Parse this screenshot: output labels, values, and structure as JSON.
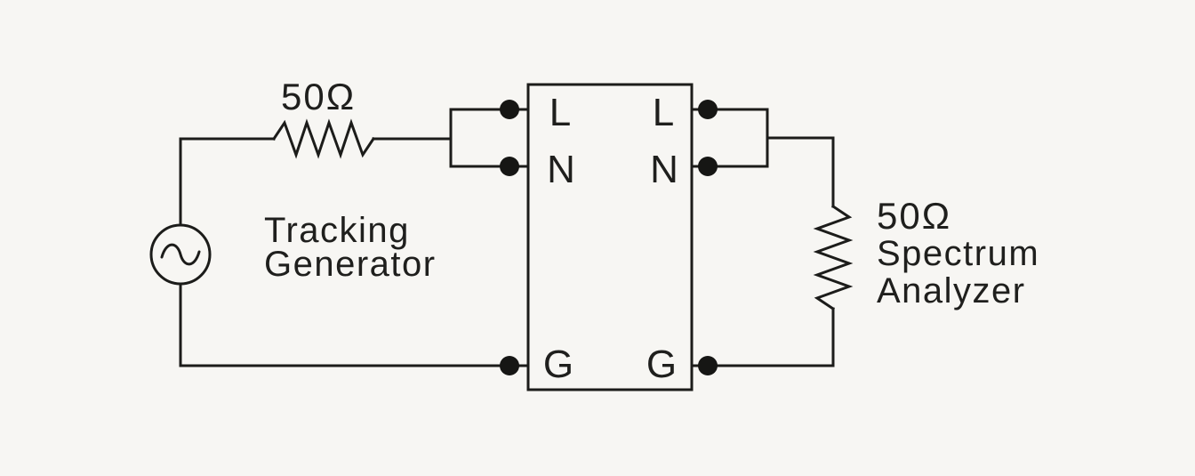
{
  "diagram": {
    "type": "circuit-schematic",
    "description": "Conducted emissions test setup: tracking generator drives DUT line/neutral through 50 ohm source, spectrum analyzer 50 ohm load across output, grounds common",
    "generator": {
      "label_line1": "Tracking",
      "label_line2": "Generator",
      "source_symbol": "ac-sine-source",
      "resistor_value": "50Ω"
    },
    "analyzer": {
      "resistor_value": "50Ω",
      "label_line1": "Spectrum",
      "label_line2": "Analyzer"
    },
    "dut": {
      "left_terminals": [
        "L",
        "N",
        "G"
      ],
      "right_terminals": [
        "L",
        "N",
        "G"
      ]
    },
    "colors": {
      "background": "#f7f6f3",
      "stroke": "#1c1c1a",
      "terminal_dot": "#161614"
    }
  }
}
